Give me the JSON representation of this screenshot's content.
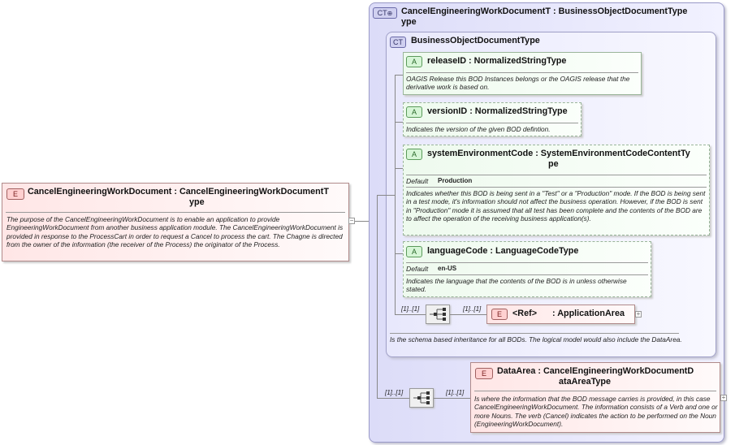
{
  "root": {
    "badge": "E",
    "label": "CancelEngineeringWorkDocument : CancelEngineeringWorkDocumentT",
    "label2": "ype",
    "description": "The purpose of the CancelEngineeringWorkDocument is to enable an application to provide EngineeringWorkDocument from another business application module. The CancelEngineeringWorkDocument is provided in response to the ProcessCart in order to request a Cancel to process the cart. The Chagne is directed from the owner of the information (the receiver of the Process) the originator of the Process."
  },
  "complex_type": {
    "badge": "CT",
    "label": "CancelEngineeringWorkDocumentT : BusinessObjectDocumentType",
    "label2": "ype"
  },
  "base_type": {
    "badge": "CT",
    "label": "BusinessObjectDocumentType",
    "description": "Is the schema based inheritance for all BODs. The logical model would also include the DataArea."
  },
  "attributes": [
    {
      "badge": "A",
      "label": "releaseID : NormalizedStringType",
      "description": "OAGIS Release this BOD Instances belongs or the OAGIS release that the derivative work is based on."
    },
    {
      "badge": "A",
      "label": "versionID : NormalizedStringType",
      "description": "Indicates the version of the given BOD defintion."
    },
    {
      "badge": "A",
      "label": "systemEnvironmentCode : SystemEnvironmentCodeContentTy",
      "label2": "pe",
      "default_key": "Default",
      "default_value": "Production",
      "description": "Indicates whether this BOD is being sent in a \"Test\" or a \"Production\" mode. If the BOD is being sent in a test mode, it's information should not affect the business operation. However, if the BOD is sent in \"Production\" mode it is assumed that all test has been complete and the contents of the BOD are to affect the operation of the receiving business application(s)."
    },
    {
      "badge": "A",
      "label": "languageCode : LanguageCodeType",
      "default_key": "Default",
      "default_value": "en-US",
      "description": "Indicates the language that the contents of the BOD is in unless otherwise stated."
    }
  ],
  "application_area": {
    "badge": "E",
    "ref": "<Ref>",
    "label": ": ApplicationArea",
    "card_left": "[1]..[1]",
    "card_right": "[1]..[1]"
  },
  "data_area": {
    "badge": "E",
    "label": "DataArea : CancelEngineeringWorkDocumentD",
    "label2": "ataAreaType",
    "card_left": "[1]..[1]",
    "card_right": "[1]..[1]",
    "description": "Is where the information that the BOD message carries is provided, in this case CancelEngineeringWorkDocument. The information consists of a Verb and one or more Nouns. The verb (Cancel) indicates the action to be performed on the Noun (EngineeringWorkDocument)."
  },
  "icons": {
    "expand": "plus-icon",
    "collapse": "minus-icon",
    "sequence": "sequence-icon"
  },
  "colors": {
    "complex_type_bg": "#e4e4fa",
    "base_type_bg": "#f0f0ff",
    "element_bg": "#ffe6e6",
    "attribute_bg": "#eefaee"
  }
}
